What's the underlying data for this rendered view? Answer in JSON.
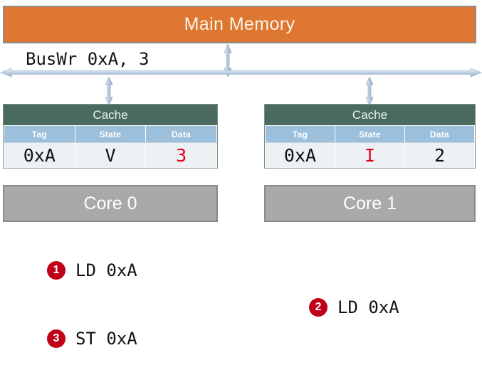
{
  "diagram": {
    "main_memory": {
      "label": "Main Memory",
      "color": "#DD7731"
    },
    "bus": {
      "label": "BusWr 0xA, 3",
      "arrow_color": "#A8C0D8",
      "icon": "double-headed-horizontal-arrow"
    },
    "connectors": {
      "memory_to_bus": "double-headed-vertical-arrow",
      "bus_to_cache0": "double-headed-vertical-arrow",
      "bus_to_cache1": "double-headed-vertical-arrow"
    },
    "caches": [
      {
        "title": "Cache",
        "columns": [
          "Tag",
          "State",
          "Data"
        ],
        "row": {
          "tag": "0xA",
          "state": "V",
          "data": "3"
        },
        "state_highlight": false,
        "data_highlight": true,
        "core": "Core 0"
      },
      {
        "title": "Cache",
        "columns": [
          "Tag",
          "State",
          "Data"
        ],
        "row": {
          "tag": "0xA",
          "state": "I",
          "data": "2"
        },
        "state_highlight": true,
        "data_highlight": false,
        "core": "Core 1"
      }
    ],
    "instructions": [
      {
        "number": "1",
        "text": "LD 0xA"
      },
      {
        "number": "2",
        "text": "LD 0xA"
      },
      {
        "number": "3",
        "text": "ST 0xA"
      }
    ],
    "colors": {
      "memory": "#DD7731",
      "cache_header": "#4A6A5F",
      "column_header": "#9CC0DC",
      "core": "#A9A9A9",
      "badge": "#C00019",
      "highlight_text": "#E2001A"
    }
  }
}
